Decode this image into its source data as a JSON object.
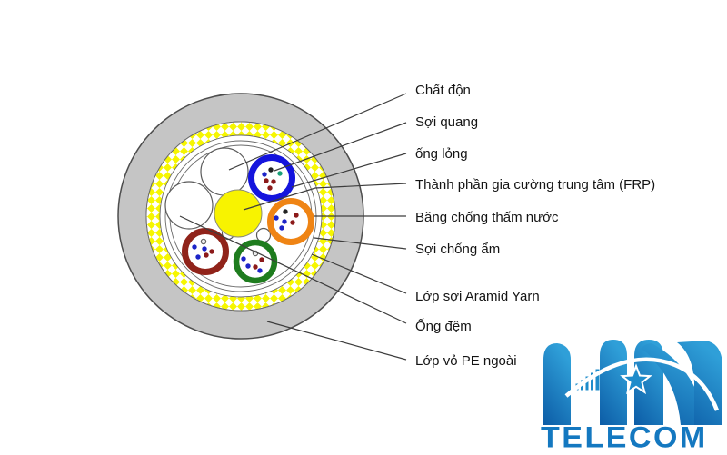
{
  "diagram": {
    "type": "fiber-optic-cable-cross-section",
    "labels": [
      {
        "text": "Chất độn",
        "target": "filler-rod"
      },
      {
        "text": "Sợi quang",
        "target": "optical-fiber"
      },
      {
        "text": "ống lỏng",
        "target": "loose-tube"
      },
      {
        "text": "Thành phần gia cường trung tâm (FRP)",
        "target": "central-strength-member-frp"
      },
      {
        "text": "Băng chống thấm nước",
        "target": "water-blocking-tape"
      },
      {
        "text": "Sợi chống ẩm",
        "target": "moisture-blocking-yarn"
      },
      {
        "text": "Lớp sợi Aramid Yarn",
        "target": "aramid-yarn-layer"
      },
      {
        "text": "Ống đệm",
        "target": "buffer-tube"
      },
      {
        "text": "Lớp vỏ PE  ngoài",
        "target": "outer-pe-jacket"
      }
    ],
    "colors": {
      "jacket_gray": "#c5c5c5",
      "aramid_yellow": "#f6f600",
      "frp_yellow": "#f8f300",
      "tube_blue": "#1414dd",
      "tube_orange": "#ef8414",
      "tube_maroon": "#90231a",
      "tube_green": "#1e7c1e",
      "fiber_dot_blue": "#1c24c8",
      "fiber_dot_red": "#8c1a1a",
      "fiber_dot_black": "#222222",
      "fiber_dot_teal": "#1aa078"
    }
  },
  "logo": {
    "brand": "TELECOM",
    "color": "#1478c0",
    "color_light": "#2f9fd8",
    "color_dark": "#0c5ca6"
  }
}
